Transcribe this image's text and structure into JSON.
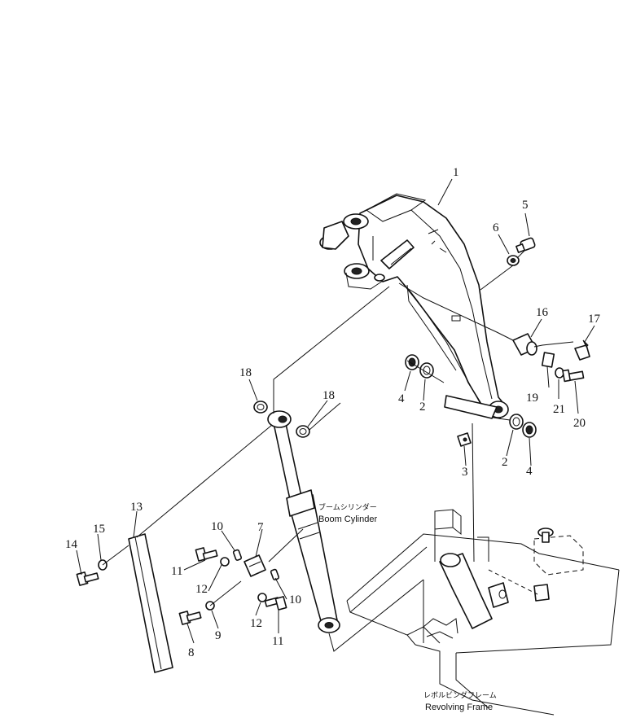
{
  "part_numbers": {
    "n1": "1",
    "n2a": "2",
    "n2b": "2",
    "n3": "3",
    "n4a": "4",
    "n4b": "4",
    "n5": "5",
    "n6": "6",
    "n7": "7",
    "n8": "8",
    "n9": "9",
    "n10a": "10",
    "n10b": "10",
    "n11a": "11",
    "n11b": "11",
    "n12a": "12",
    "n12b": "12",
    "n13": "13",
    "n14": "14",
    "n15": "15",
    "n16": "16",
    "n17": "17",
    "n18a": "18",
    "n18b": "18",
    "n19": "19",
    "n20": "20",
    "n21": "21"
  },
  "captions": {
    "boom_cylinder_jp": "ブームシリンダー",
    "boom_cylinder_en": "Boom Cylinder",
    "revolving_frame_jp": "レボルビングフレーム",
    "revolving_frame_en": "Revolving Frame"
  }
}
